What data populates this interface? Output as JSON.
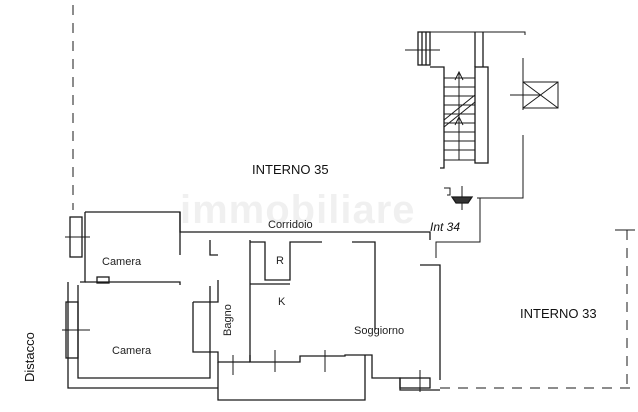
{
  "labels": {
    "interno_35": "INTERNO 35",
    "interno_33": "INTERNO 33",
    "int_34": "Int 34",
    "corridoio": "Corridoio",
    "camera_top": "Camera",
    "camera_bottom": "Camera",
    "bagno": "Bagno",
    "r": "R",
    "k": "K",
    "soggiorno": "Soggiorno",
    "distacco": "Distacco"
  },
  "watermark": "immobiliare",
  "colors": {
    "wall": "#1a1a1a",
    "thin_line": "#444444",
    "background": "#ffffff"
  }
}
